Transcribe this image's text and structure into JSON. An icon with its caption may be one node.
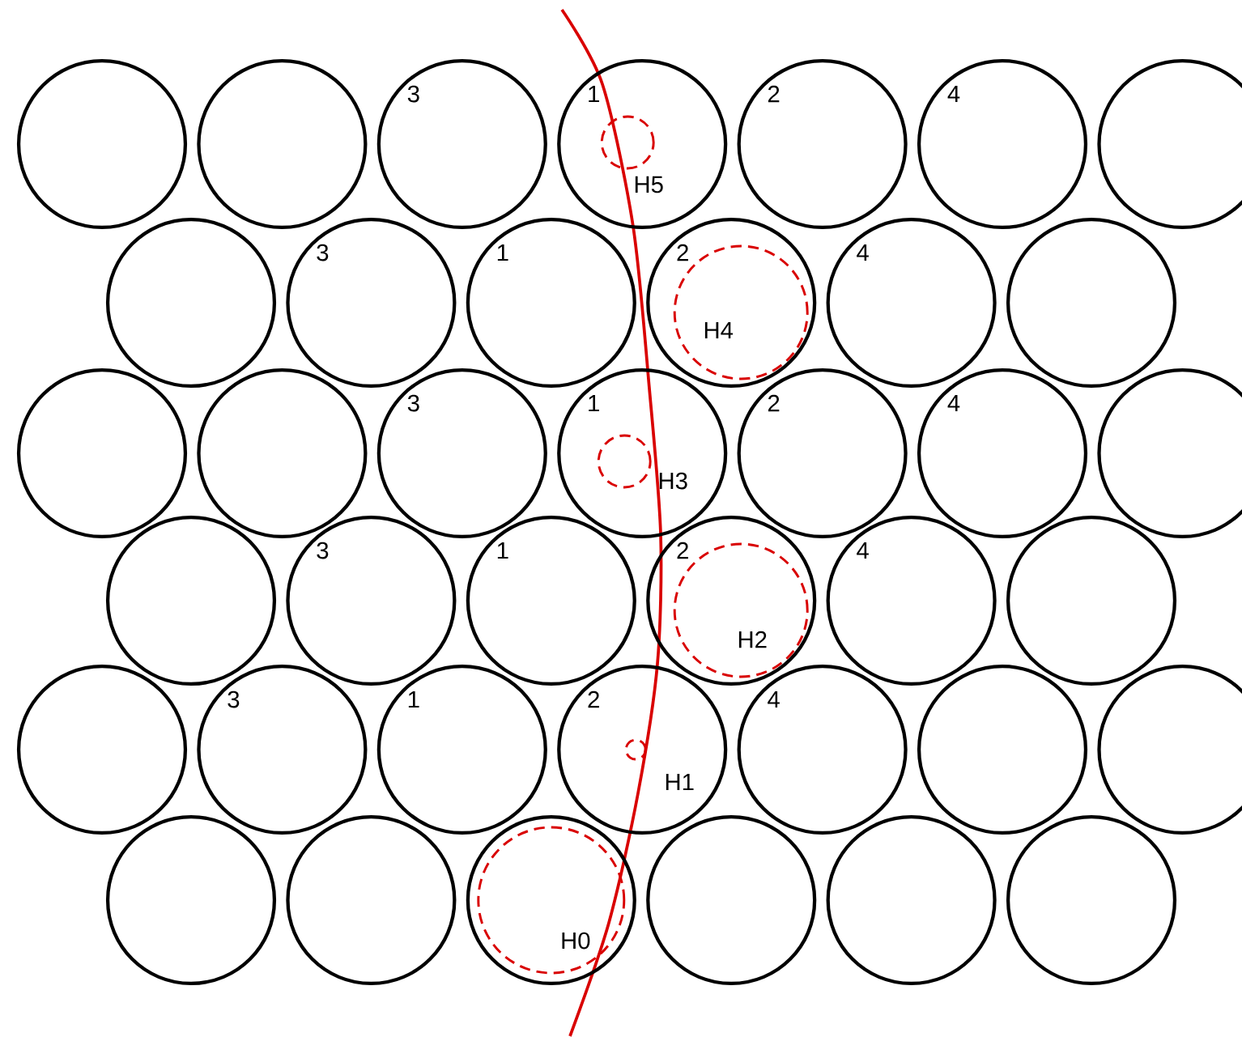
{
  "diagram": {
    "nodes": [
      {
        "text": [],
        "shape": "circle"
      },
      {
        "text": [],
        "shape": "circle"
      },
      {
        "text": [
          "3"
        ]
      },
      {
        "text": [
          "1"
        ]
      },
      {
        "text": [
          "2"
        ]
      },
      {
        "text": [
          "4"
        ]
      },
      {
        "text": [],
        "shape": "circle"
      },
      {
        "text": [],
        "shape": "circle",
        "in": 3,
        "beside": [
          "H5"
        ]
      },
      {
        "text": [],
        "shape": "circle"
      },
      {
        "text": [
          "3"
        ]
      },
      {
        "text": [
          "1"
        ]
      },
      {
        "text": [
          "2"
        ]
      },
      {
        "text": [
          "4"
        ]
      },
      {
        "text": [],
        "shape": "circle"
      },
      {
        "text": [
          "H4"
        ],
        "in": 11
      },
      {
        "text": [],
        "shape": "circle"
      },
      {
        "text": [],
        "shape": "circle"
      },
      {
        "text": [
          "3"
        ]
      },
      {
        "text": [
          "1"
        ]
      },
      {
        "text": [
          "2"
        ]
      },
      {
        "text": [
          "4"
        ]
      },
      {
        "text": [],
        "shape": "circle"
      },
      {
        "text": [],
        "shape": "circle",
        "in": 18,
        "beside": [
          "H3"
        ]
      },
      {
        "text": [],
        "shape": "circle"
      },
      {
        "text": [
          "3"
        ]
      },
      {
        "text": [
          "1"
        ]
      },
      {
        "text": [
          "2"
        ]
      },
      {
        "text": [
          "4"
        ]
      },
      {
        "text": [],
        "shape": "circle"
      },
      {
        "text": [
          "H2"
        ],
        "in": 26
      },
      {
        "text": [],
        "shape": "circle"
      },
      {
        "text": [
          "3"
        ]
      },
      {
        "text": [
          "1"
        ]
      },
      {
        "text": [
          "2"
        ]
      },
      {
        "text": [
          "4"
        ]
      },
      {
        "text": [],
        "shape": "circle"
      },
      {
        "text": [],
        "shape": "circle"
      },
      {
        "text": [],
        "shape": "circle",
        "in": 33,
        "beside": [
          "H1"
        ]
      },
      {
        "text": [],
        "shape": "circle"
      },
      {
        "text": [],
        "shape": "circle"
      },
      {
        "text": [],
        "shape": "circle"
      },
      {
        "text": [],
        "shape": "circle"
      },
      {
        "text": [],
        "shape": "circle"
      },
      {
        "text": [],
        "shape": "circle"
      },
      {
        "text": [
          "H0"
        ],
        "in": 40
      }
    ]
  }
}
